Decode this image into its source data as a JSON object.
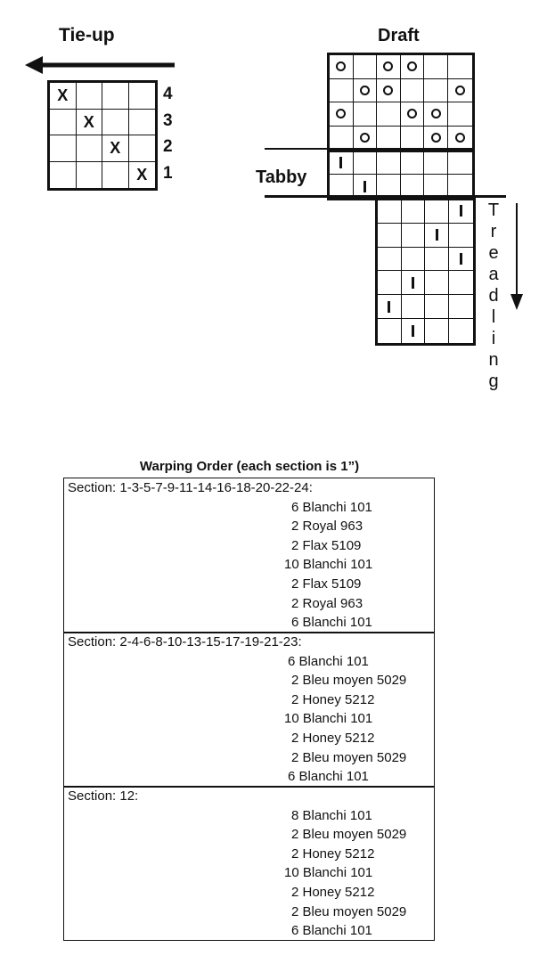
{
  "tieup": {
    "title": "Tie-up",
    "mark": "X",
    "rows": [
      {
        "label": "4",
        "cells": [
          "X",
          "",
          "",
          ""
        ]
      },
      {
        "label": "3",
        "cells": [
          "",
          "X",
          "",
          ""
        ]
      },
      {
        "label": "2",
        "cells": [
          "",
          "",
          "X",
          ""
        ]
      },
      {
        "label": "1",
        "cells": [
          "",
          "",
          "",
          "X"
        ]
      }
    ]
  },
  "draft": {
    "title": "Draft",
    "threading": [
      [
        "o",
        "",
        "o",
        "o",
        "",
        ""
      ],
      [
        "",
        "o",
        "o",
        "",
        "",
        "o"
      ],
      [
        "o",
        "",
        "",
        "o",
        "o",
        ""
      ],
      [
        "",
        "o",
        "",
        "",
        "o",
        "o"
      ]
    ],
    "tabby_label": "Tabby",
    "tabby": [
      [
        "l",
        "",
        "",
        "",
        "",
        ""
      ],
      [
        "",
        "l",
        "",
        "",
        "",
        ""
      ]
    ],
    "treadling_label": "Treadling",
    "treadling": [
      [
        "",
        "",
        "",
        "l"
      ],
      [
        "",
        "",
        "l",
        ""
      ],
      [
        "",
        "",
        "",
        "l"
      ],
      [
        "",
        "l",
        "",
        ""
      ],
      [
        "l",
        "",
        "",
        ""
      ],
      [
        "",
        "l",
        "",
        ""
      ]
    ]
  },
  "warping": {
    "title": "Warping Order (each section is 1”)",
    "sections": [
      {
        "heading": "Section: 1-3-5-7-9-11-14-16-18-20-22-24:",
        "items": [
          "6 Blanchi 101",
          "2 Royal 963",
          "2 Flax 5109",
          "10 Blanchi 101",
          "2 Flax 5109",
          "2 Royal 963",
          "6 Blanchi 101"
        ]
      },
      {
        "heading": "Section:  2-4-6-8-10-13-15-17-19-21-23:",
        "items": [
          "6 Blanchi 101",
          "2 Bleu moyen 5029",
          "2 Honey 5212",
          "10 Blanchi 101",
          "2 Honey 5212",
          "2 Bleu moyen 5029",
          "6 Blanchi 101"
        ]
      },
      {
        "heading": "Section: 12:",
        "items": [
          "8 Blanchi 101",
          "2 Bleu moyen 5029",
          "2 Honey 5212",
          "10 Blanchi 101",
          "2 Honey 5212",
          "2 Bleu moyen 5029",
          "6 Blanchi 101"
        ]
      }
    ]
  }
}
